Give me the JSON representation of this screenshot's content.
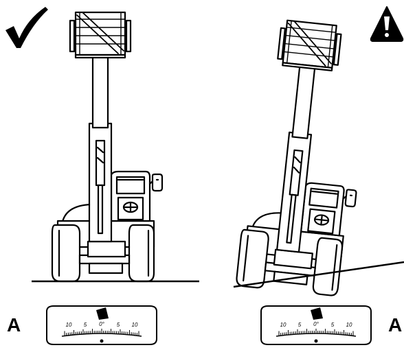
{
  "panels": [
    {
      "status": "correct",
      "status_icon": "checkmark-icon",
      "inclinometer_label": "A",
      "tilt_deg": 0
    },
    {
      "status": "warning",
      "status_icon": "warning-triangle-icon",
      "inclinometer_label": "A",
      "tilt_deg": 6
    }
  ],
  "inclinometer": {
    "scale_labels": [
      "10",
      "5",
      "0°",
      "5",
      "10"
    ]
  },
  "colors": {
    "ink": "#000000",
    "paper": "#ffffff"
  }
}
